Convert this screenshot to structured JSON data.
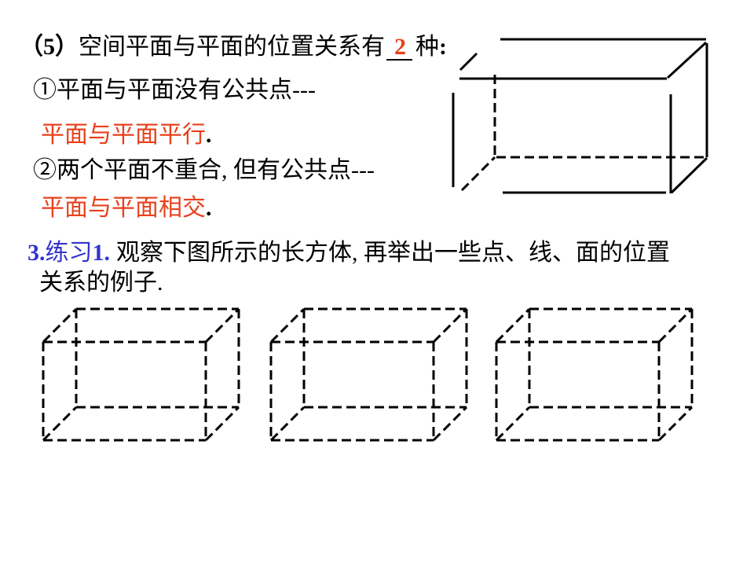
{
  "heading": {
    "number": "（5）",
    "text": "空间平面与平面的位置关系有",
    "blank": "2",
    "suffix": "种",
    "colon": ":"
  },
  "cases": [
    {
      "condition": "①平面与平面没有公共点---",
      "answer": "平面与平面平行",
      "end": "."
    },
    {
      "condition": "②两个平面不重合, 但有公共点---",
      "answer": "平面与平面相交",
      "end": "."
    }
  ],
  "exercise": {
    "number": "3.",
    "label": "练习",
    "label_number": "1.",
    "line1": "观察下图所示的长方体, 再举出一些点、线、面的位置",
    "line2": "关系的例子."
  },
  "colors": {
    "text": "#000000",
    "answer": "#E8401C",
    "exercise": "#3333CC",
    "background": "#FFFFFF"
  }
}
